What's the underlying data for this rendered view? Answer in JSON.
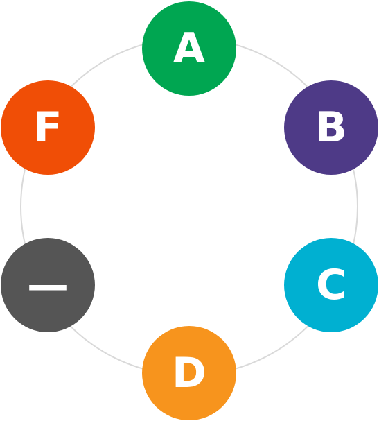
{
  "ring_color": "#d9d9d9",
  "nodes": [
    {
      "id": "a",
      "label": "A",
      "color": "#00a651"
    },
    {
      "id": "b",
      "label": "B",
      "color": "#4e3a87"
    },
    {
      "id": "c",
      "label": "C",
      "color": "#00b0d1"
    },
    {
      "id": "d",
      "label": "D",
      "color": "#f7941d"
    },
    {
      "id": "e",
      "label": "—",
      "color": "#555555"
    },
    {
      "id": "f",
      "label": "F",
      "color": "#f04e06"
    }
  ]
}
